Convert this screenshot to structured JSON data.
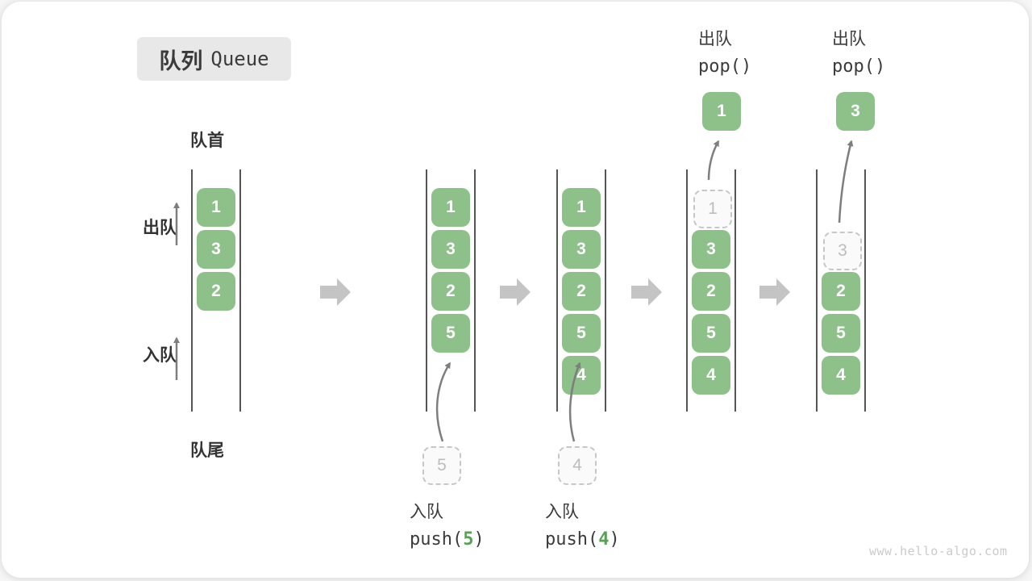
{
  "title": {
    "zh": "队列",
    "en": "Queue"
  },
  "side_labels": {
    "front": "队首",
    "rear": "队尾",
    "dequeue": "出队",
    "enqueue": "入队"
  },
  "columns": [
    {
      "boxes": [
        {
          "value": "1"
        },
        {
          "value": "3"
        },
        {
          "value": "2"
        }
      ]
    },
    {
      "boxes": [
        {
          "value": "1"
        },
        {
          "value": "3"
        },
        {
          "value": "2"
        },
        {
          "value": "5"
        }
      ],
      "staging": {
        "value": "5"
      },
      "op": {
        "label": "入队",
        "code_before": "push(",
        "arg": "5",
        "code_after": ")"
      }
    },
    {
      "boxes": [
        {
          "value": "1"
        },
        {
          "value": "3"
        },
        {
          "value": "2"
        },
        {
          "value": "5"
        },
        {
          "value": "4"
        }
      ],
      "staging": {
        "value": "4"
      },
      "op": {
        "label": "入队",
        "code_before": "push(",
        "arg": "4",
        "code_after": ")"
      }
    },
    {
      "boxes": [
        {
          "value": "1",
          "ghost": true
        },
        {
          "value": "3"
        },
        {
          "value": "2"
        },
        {
          "value": "5"
        },
        {
          "value": "4"
        }
      ],
      "popped": {
        "value": "1"
      },
      "op": {
        "label": "出队",
        "code": "pop()"
      }
    },
    {
      "boxes": [
        {
          "value": "3",
          "ghost": true
        },
        {
          "value": "2"
        },
        {
          "value": "5"
        },
        {
          "value": "4"
        }
      ],
      "popped": {
        "value": "3"
      },
      "op": {
        "label": "出队",
        "code": "pop()"
      }
    }
  ],
  "colors": {
    "box_green": "#8EC08A",
    "accent_green": "#57A055",
    "arrow_gray": "#C4C4C4",
    "text_dark": "#3B3B3B",
    "ghost_border": "#C7C7C7",
    "line_gray": "#555555",
    "badge_bg": "#E8E8E8"
  },
  "watermark": "www.hello-algo.com"
}
